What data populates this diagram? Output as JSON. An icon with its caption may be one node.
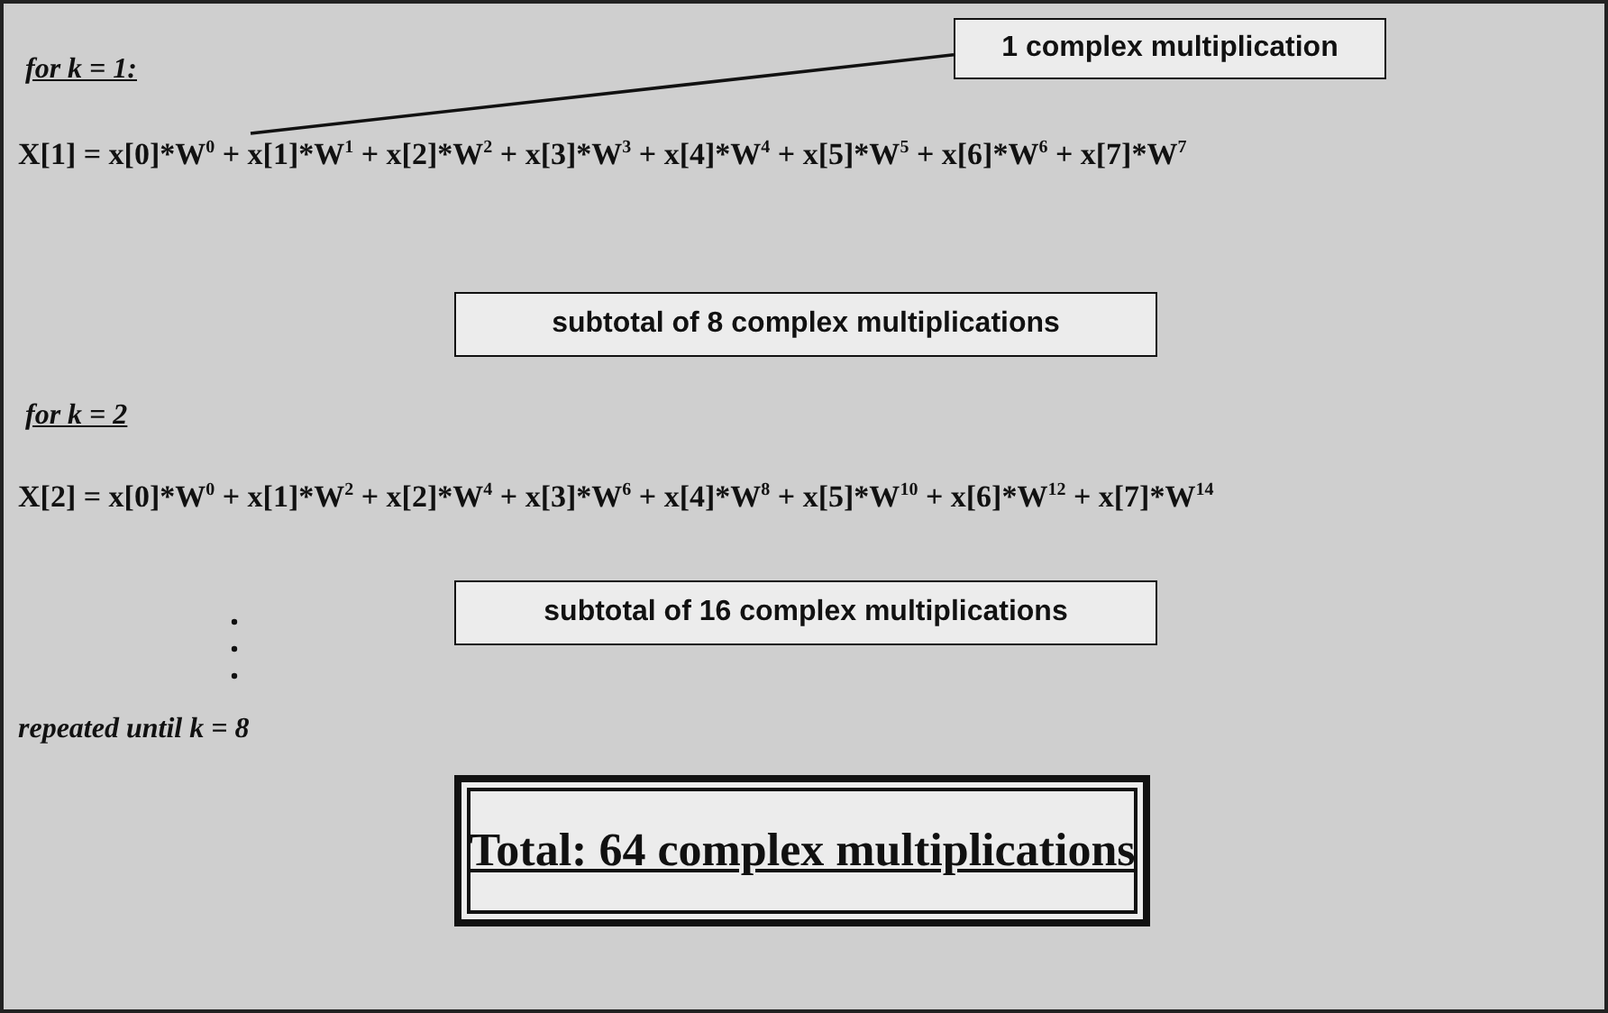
{
  "diagram": {
    "nodes": [
      {
        "text": [
          "1 complex multiplication"
        ]
      },
      {
        "text": [
          "X[1] = x[0]*W$^{0}$ + x[1]*W$^{1}$ + x[2]*W$^{2}$ + x[3]*W$^{3}$ + x[4]*W$^{4}$ + x[5]*W$^{5}$ + x[6]*W$^{6}$ + x[7]*W$^{7}$"
        ]
      },
      {
        "text": [
          "subtotal of 8 complex multiplications"
        ]
      },
      {
        "text": [
          "subtotal of 16 complex multiplications"
        ]
      },
      {
        "text": [
          "Total: 64 complex multiplications"
        ]
      }
    ],
    "edges": [
      {
        "from": 0,
        "to": 1,
        "arrow": "none"
      }
    ],
    "labels": [
      "for k = 1:",
      "for k = 2",
      "X[2] = x[0]*W$^{0}$ + x[1]*W$^{2}$ + x[2]*W$^{4}$ + x[3]*W$^{6}$ + x[4]*W$^{8}$ + x[5]*W$^{10}$ + x[6]*W$^{12}$ + x[7]*W$^{14}$",
      "repeated until k = 8"
    ]
  }
}
